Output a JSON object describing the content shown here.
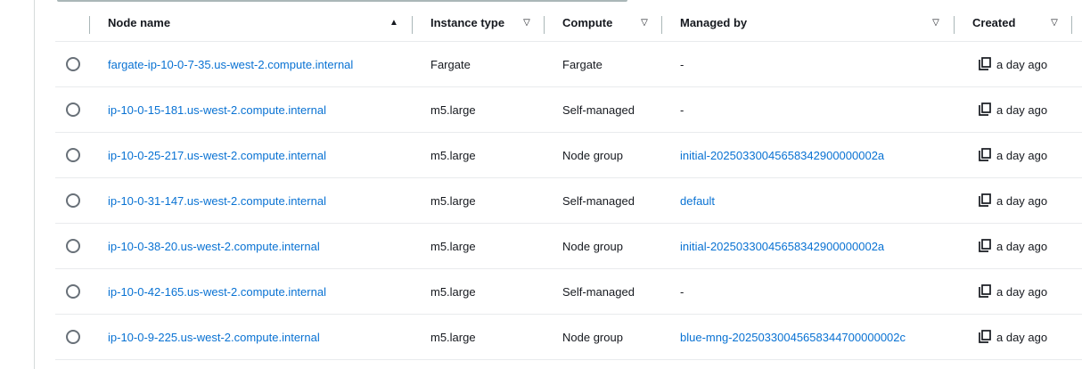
{
  "table": {
    "columns": [
      {
        "key": "select",
        "label": ""
      },
      {
        "key": "node_name",
        "label": "Node name",
        "sort": "ascending-active"
      },
      {
        "key": "instance_type",
        "label": "Instance type",
        "sort": "sortable"
      },
      {
        "key": "compute",
        "label": "Compute",
        "sort": "sortable"
      },
      {
        "key": "managed_by",
        "label": "Managed by",
        "sort": "sortable"
      },
      {
        "key": "created",
        "label": "Created",
        "sort": "sortable"
      }
    ],
    "sort_icons": {
      "active_asc": "▲",
      "sortable": "▽"
    },
    "rows": [
      {
        "node_name": "fargate-ip-10-0-7-35.us-west-2.compute.internal",
        "instance_type": "Fargate",
        "compute": "Fargate",
        "managed_by": "-",
        "managed_by_is_link": false,
        "created": "a day ago"
      },
      {
        "node_name": "ip-10-0-15-181.us-west-2.compute.internal",
        "instance_type": "m5.large",
        "compute": "Self-managed",
        "managed_by": "-",
        "managed_by_is_link": false,
        "created": "a day ago"
      },
      {
        "node_name": "ip-10-0-25-217.us-west-2.compute.internal",
        "instance_type": "m5.large",
        "compute": "Node group",
        "managed_by": "initial-20250330045658342900000002a",
        "managed_by_is_link": true,
        "created": "a day ago"
      },
      {
        "node_name": "ip-10-0-31-147.us-west-2.compute.internal",
        "instance_type": "m5.large",
        "compute": "Self-managed",
        "managed_by": "default",
        "managed_by_is_link": true,
        "created": "a day ago"
      },
      {
        "node_name": "ip-10-0-38-20.us-west-2.compute.internal",
        "instance_type": "m5.large",
        "compute": "Node group",
        "managed_by": "initial-20250330045658342900000002a",
        "managed_by_is_link": true,
        "created": "a day ago"
      },
      {
        "node_name": "ip-10-0-42-165.us-west-2.compute.internal",
        "instance_type": "m5.large",
        "compute": "Self-managed",
        "managed_by": "-",
        "managed_by_is_link": false,
        "created": "a day ago"
      },
      {
        "node_name": "ip-10-0-9-225.us-west-2.compute.internal",
        "instance_type": "m5.large",
        "compute": "Node group",
        "managed_by": "blue-mng-20250330045658344700000002c",
        "managed_by_is_link": true,
        "created": "a day ago"
      }
    ]
  },
  "icons": {
    "row_select": "radio-button-icon",
    "created": "copy-icon"
  },
  "colors": {
    "link": "#0972d3",
    "text": "#16191f",
    "divider": "#e9ebed"
  }
}
